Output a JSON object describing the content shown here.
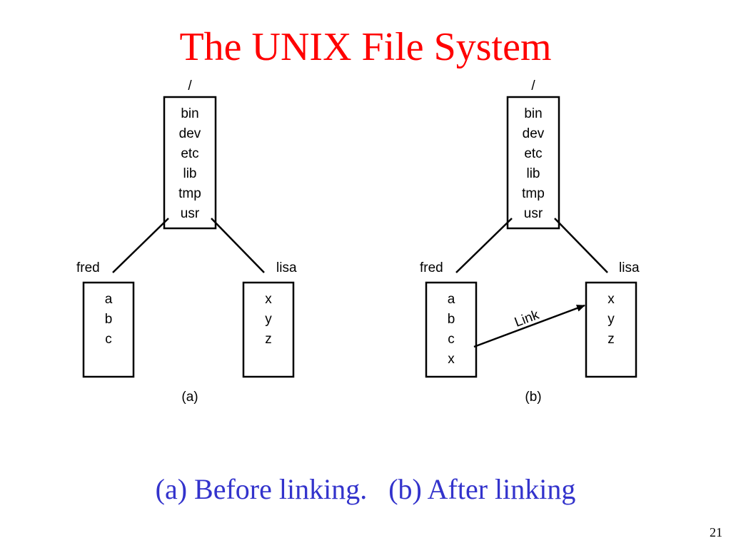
{
  "title": "The UNIX File System",
  "caption": "(a) Before linking.   (b) After linking",
  "page_number": "21",
  "colors": {
    "title": "#ff0000",
    "caption": "#3333cc",
    "ink": "#000000"
  },
  "panels": [
    {
      "label": "(a)",
      "root_label": "/",
      "root_entries": [
        "bin",
        "dev",
        "etc",
        "lib",
        "tmp",
        "usr"
      ],
      "left_dir": {
        "name": "fred",
        "entries": [
          "a",
          "b",
          "c"
        ]
      },
      "right_dir": {
        "name": "lisa",
        "entries": [
          "x",
          "y",
          "z"
        ]
      }
    },
    {
      "label": "(b)",
      "root_label": "/",
      "root_entries": [
        "bin",
        "dev",
        "etc",
        "lib",
        "tmp",
        "usr"
      ],
      "left_dir": {
        "name": "fred",
        "entries": [
          "a",
          "b",
          "c",
          "x"
        ]
      },
      "right_dir": {
        "name": "lisa",
        "entries": [
          "x",
          "y",
          "z"
        ]
      },
      "link_label": "Link"
    }
  ]
}
